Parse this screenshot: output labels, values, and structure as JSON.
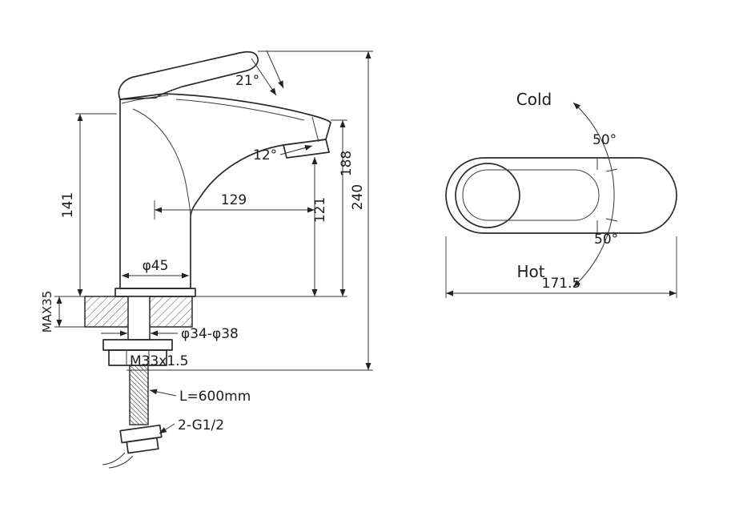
{
  "drawing_type": "faucet-technical-dimension-drawing",
  "front_view": {
    "dimensions": {
      "handle_angle": "21°",
      "spout_angle": "12°",
      "total_height": "240",
      "spout_height": "188",
      "body_height": "141",
      "outlet_height": "121",
      "spout_reach": "129",
      "body_diameter": "φ45",
      "max_mounting_thickness": "MAX35",
      "mounting_hole_diameter": "φ34-φ38",
      "shank_thread": "M33x1.5",
      "hose_length": "L=600mm",
      "hose_connection": "2-G1/2"
    }
  },
  "top_view": {
    "labels": {
      "cold": "Cold",
      "hot": "Hot"
    },
    "dimensions": {
      "cold_rotation": "50°",
      "hot_rotation": "50°",
      "overall_length": "171.5"
    }
  }
}
